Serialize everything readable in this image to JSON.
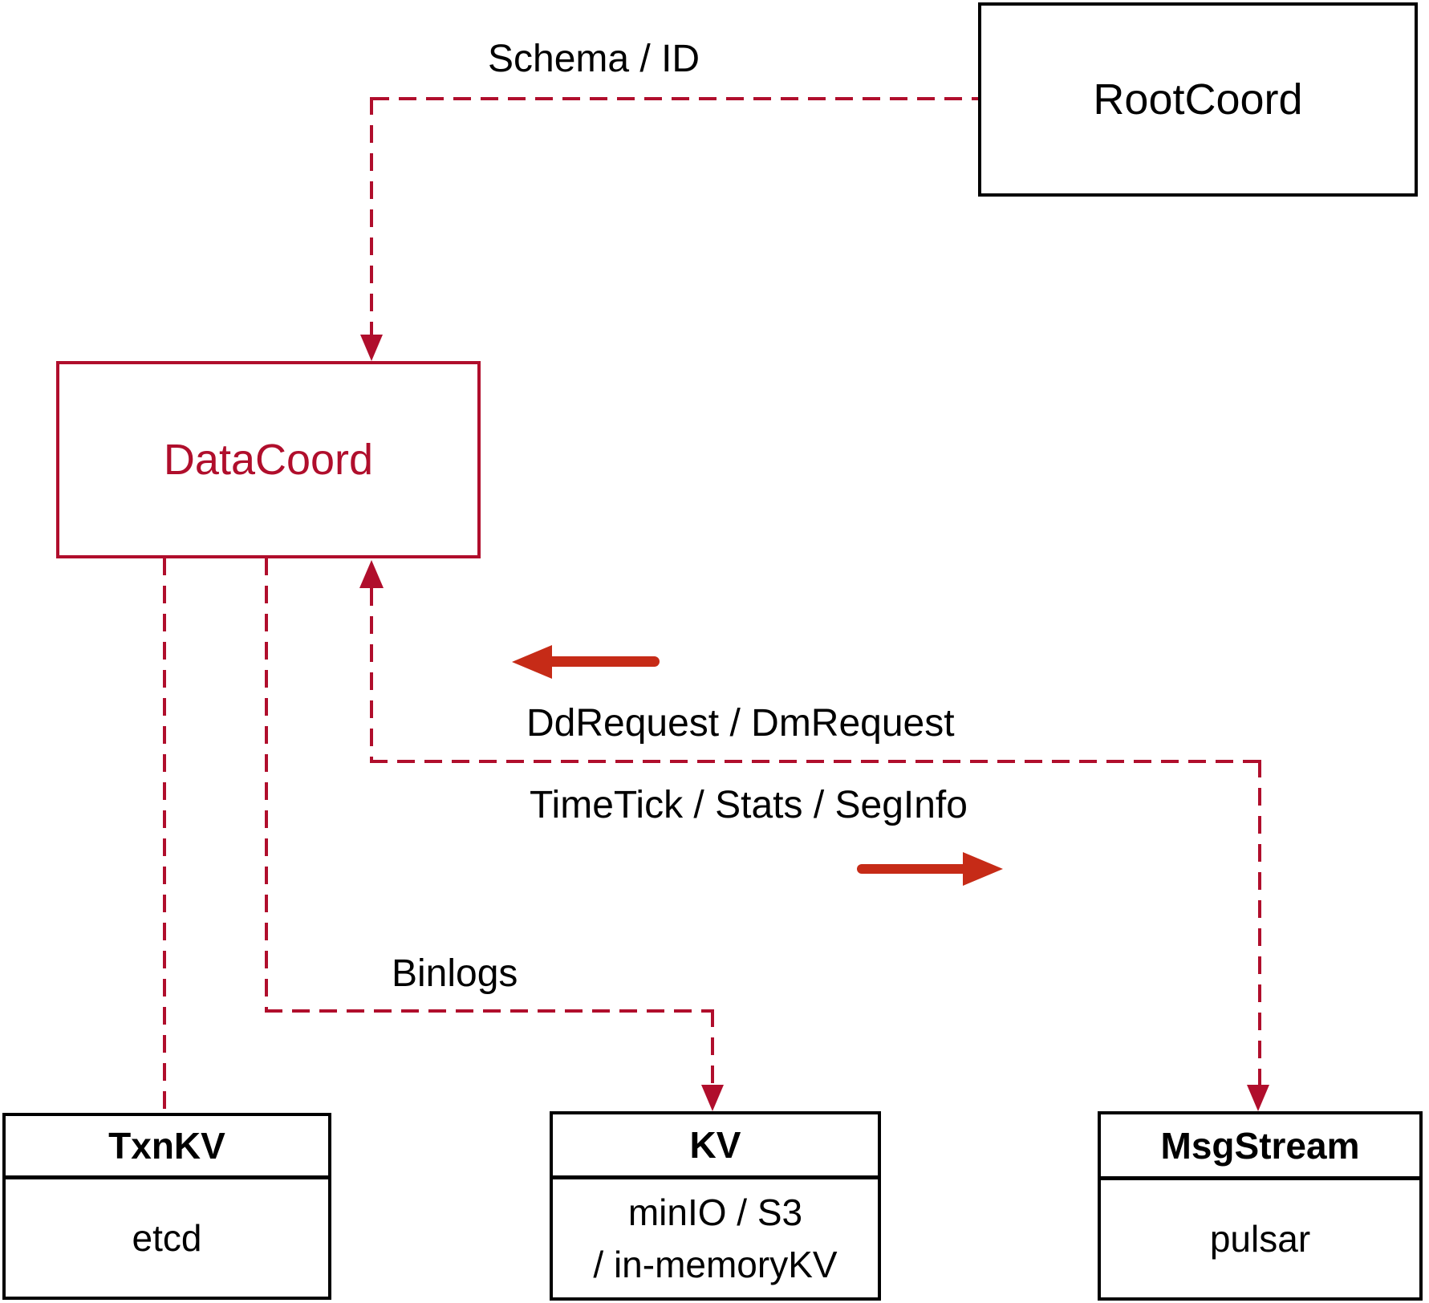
{
  "nodes": {
    "rootcoord": {
      "label": "RootCoord"
    },
    "datacoord": {
      "label": "DataCoord"
    },
    "txnkv": {
      "title": "TxnKV",
      "body": "etcd"
    },
    "kv": {
      "title": "KV",
      "body_line1": "minIO / S3",
      "body_line2": "/ in-memoryKV"
    },
    "msgstream": {
      "title": "MsgStream",
      "body": "pulsar"
    }
  },
  "edges": {
    "schema_label": "Schema / ID",
    "ddrequest_label": "DdRequest / DmRequest",
    "timetick_label": "TimeTick / Stats / SegInfo",
    "binlogs_label": "Binlogs"
  },
  "colors": {
    "crimson_line": "#B00E2C",
    "arrow_red": "#C62B17",
    "box_black": "#000000",
    "background": "#FFFFFF"
  }
}
